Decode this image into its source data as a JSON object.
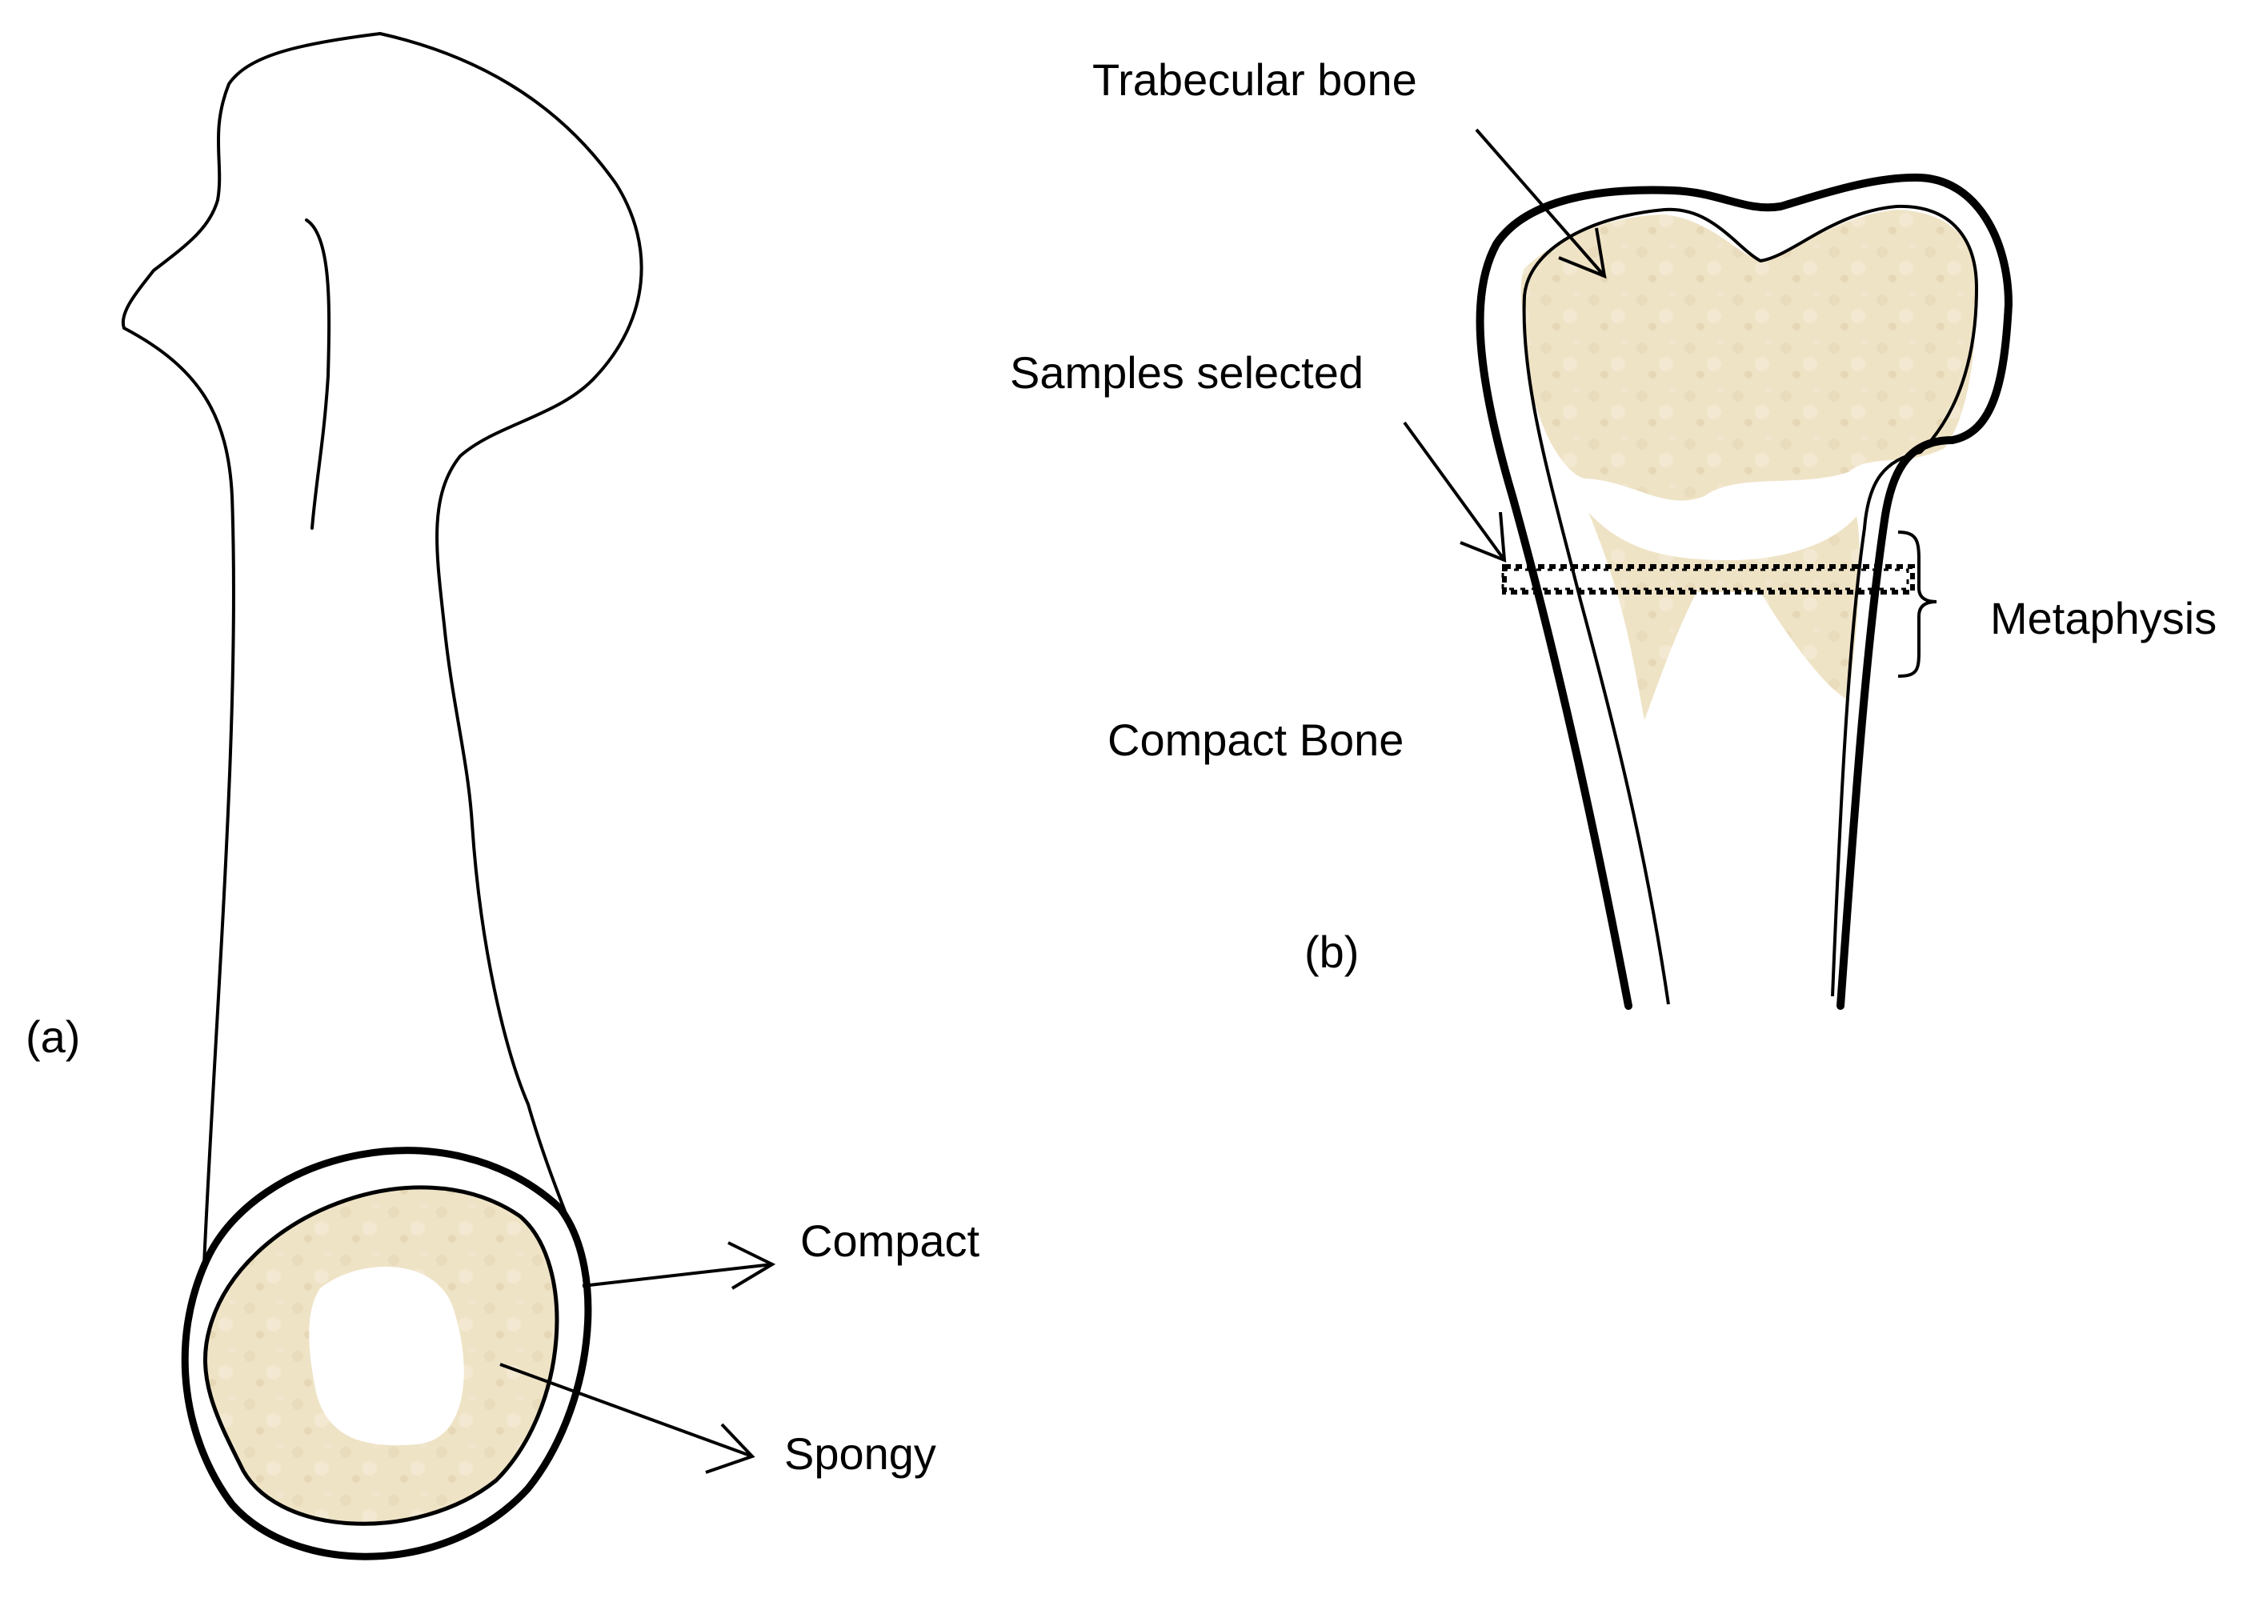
{
  "colors": {
    "background": "#ffffff",
    "outline": "#000000",
    "spongy_fill": "#efe3c6"
  },
  "panel_a": {
    "label": "(a)",
    "compact_label": "Compact",
    "spongy_label": "Spongy"
  },
  "panel_b": {
    "label": "(b)",
    "trabecular_label": "Trabecular bone",
    "samples_label": "Samples selected",
    "metaphysis_label": "Metaphysis",
    "compact_bone_label": "Compact Bone"
  }
}
